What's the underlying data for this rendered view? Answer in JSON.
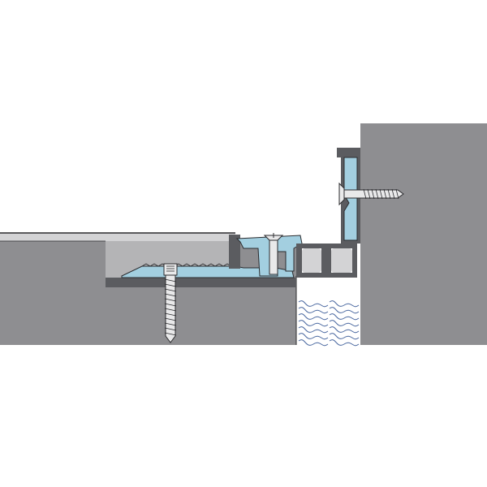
{
  "diagram": {
    "type": "technical cross-section",
    "labels": []
  },
  "colors": {
    "background": "#ffffff",
    "substrate": "#8e8e91",
    "screed": "#b4b4b6",
    "surface_layer": "#d3d3d5",
    "profile_metal": "#5b5c60",
    "insert_blue": "#a3cfe0",
    "insulation_fill": "#ffffff",
    "insulation_line": "#4a68a0",
    "outline": "#2b2b2e",
    "screw": "#e9e9ea"
  },
  "components": [
    {
      "name": "floor-substrate-left"
    },
    {
      "name": "floor-screed"
    },
    {
      "name": "floor-covering"
    },
    {
      "name": "wall-substrate-right"
    },
    {
      "name": "expansion-joint-profile"
    },
    {
      "name": "joint-insulation"
    },
    {
      "name": "floor-anchor-screw"
    },
    {
      "name": "wall-anchor-screw"
    }
  ]
}
